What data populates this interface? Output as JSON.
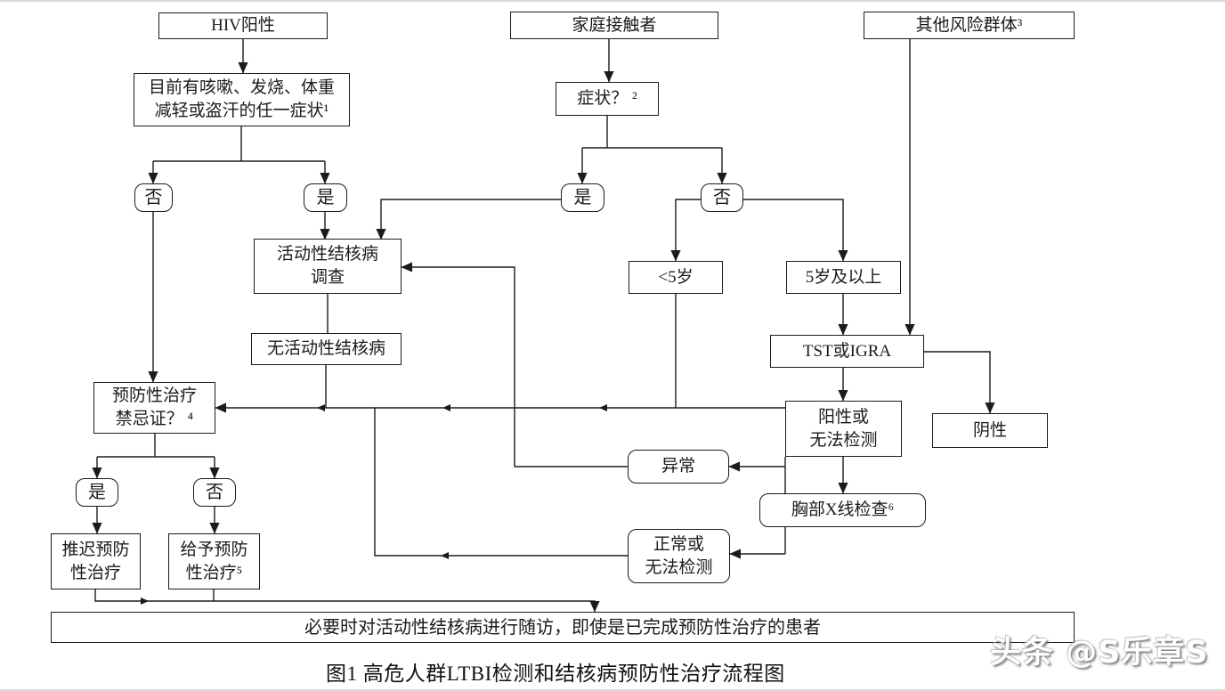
{
  "figure": {
    "caption": "图1  高危人群LTBI检测和结核病预防性治疗流程图",
    "watermark": "头条 @S乐章S"
  },
  "nodes": {
    "hiv": "HIV阳性",
    "symptom_screen": "目前有咳嗽、发烧、体重\n减轻或盗汗的任一症状¹",
    "household": "家庭接触者",
    "symptoms_q": "症状？ ²",
    "other_risk": "其他风险群体³",
    "no_left": "否",
    "yes_left": "是",
    "yes_mid": "是",
    "no_mid": "否",
    "investigation": "活动性结核病\n调查",
    "no_active_tb": "无活动性结核病",
    "under5": "<5岁",
    "over5": "5岁及以上",
    "tst_igra": "TST或IGRA",
    "positive_or_untestable": "阳性或\n无法检测",
    "negative": "阴性",
    "contraindication_q": "预防性治疗\n禁忌证？ ⁴",
    "abnormal": "异常",
    "chest_xray": "胸部X线检查⁶",
    "normal_or_untestable": "正常或\n无法检测",
    "yes_bottom": "是",
    "no_bottom": "否",
    "postpone_treatment": "推迟预防\n性治疗",
    "give_treatment": "给予预防\n性治疗⁵",
    "followup_bar": "必要时对活动性结核病进行随访，即使是已完成预防性治疗的患者"
  }
}
